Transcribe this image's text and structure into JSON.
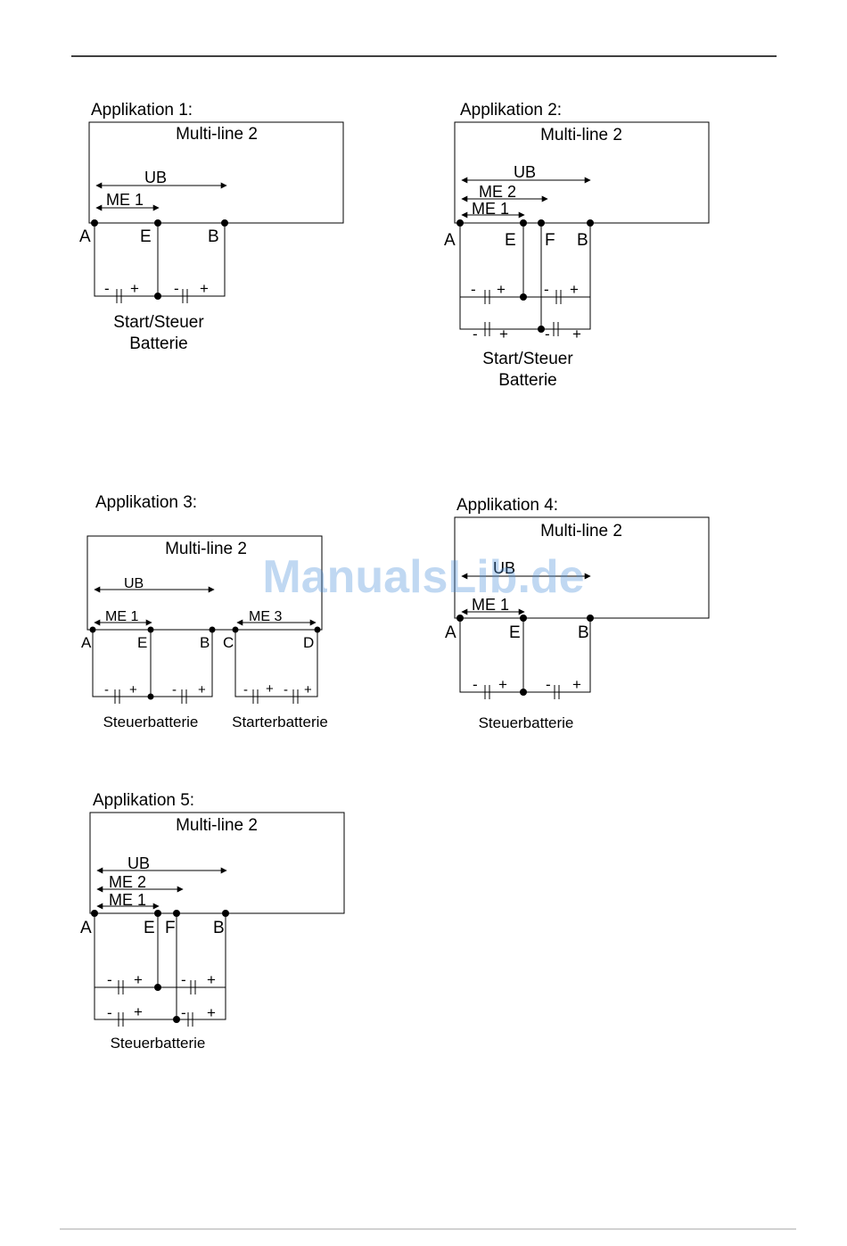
{
  "watermark": "ManualsLib.de",
  "applications": [
    {
      "title": "Applikation 1:",
      "box_label": "Multi-line 2",
      "measurements": [
        "UB",
        "ME 1"
      ],
      "nodes": [
        "A",
        "E",
        "B"
      ],
      "caption": [
        "Start/Steuer",
        "Batterie"
      ]
    },
    {
      "title": "Applikation 2:",
      "box_label": "Multi-line 2",
      "measurements": [
        "UB",
        "ME 2",
        "ME 1"
      ],
      "nodes": [
        "A",
        "E",
        "F",
        "B"
      ],
      "caption": [
        "Start/Steuer",
        "Batterie"
      ]
    },
    {
      "title": "Applikation 3:",
      "box_label": "Multi-line 2",
      "measurements": [
        "UB",
        "ME 1",
        "ME 3"
      ],
      "nodes": [
        "A",
        "E",
        "B",
        "C",
        "D"
      ],
      "caption": [
        "Steuerbatterie",
        "Starterbatterie"
      ]
    },
    {
      "title": "Applikation 4:",
      "box_label": "Multi-line 2",
      "measurements": [
        "UB",
        "ME 1"
      ],
      "nodes": [
        "A",
        "E",
        "B"
      ],
      "caption": [
        "Steuerbatterie"
      ]
    },
    {
      "title": "Applikation 5:",
      "box_label": "Multi-line 2",
      "measurements": [
        "UB",
        "ME 2",
        "ME 1"
      ],
      "nodes": [
        "A",
        "E",
        "F",
        "B"
      ],
      "caption": [
        "Steuerbatterie"
      ]
    }
  ],
  "battery_signs": {
    "minus": "-",
    "plus": "+"
  }
}
